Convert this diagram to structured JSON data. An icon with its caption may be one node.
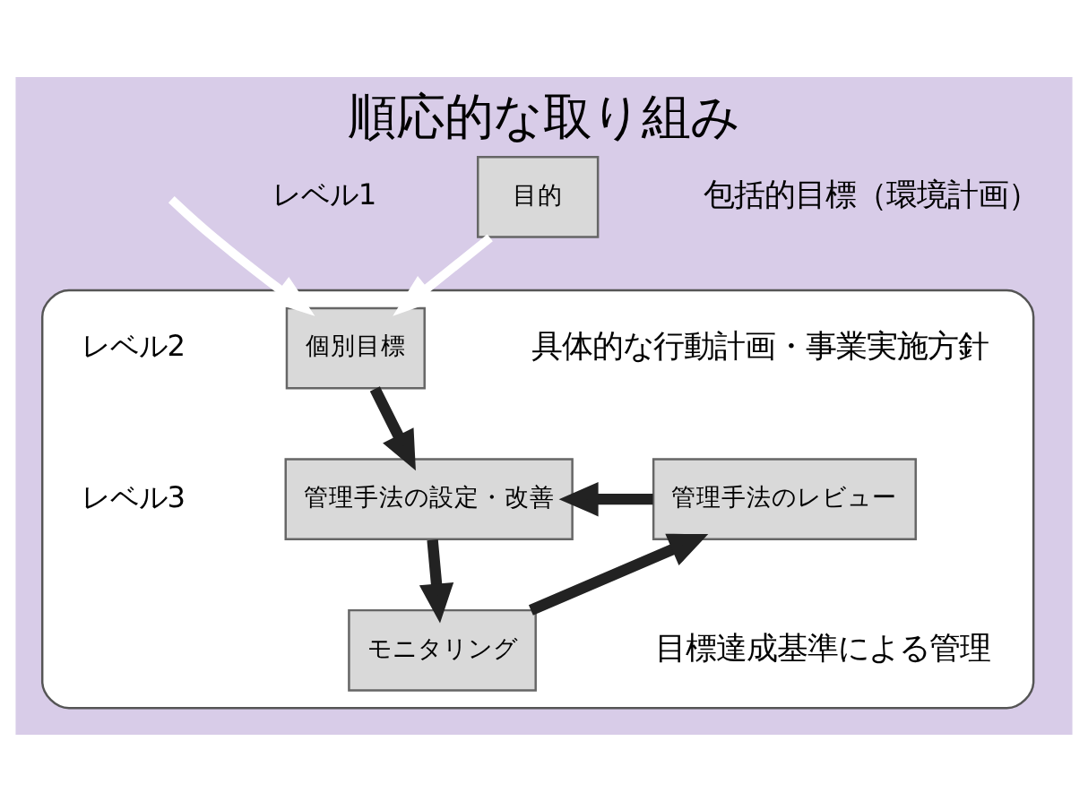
{
  "diagram": {
    "title": "順応的な取り組み",
    "nodes": [
      {
        "text": [
          "目的"
        ]
      },
      {
        "text": [],
        "shape": "box"
      },
      {
        "text": [
          "個別目標"
        ],
        "in": 1
      },
      {
        "text": [
          "管理手法のレビュー"
        ],
        "in": 1
      },
      {
        "text": [
          "管理手法の設定・改善"
        ],
        "in": 1
      },
      {
        "text": [
          "モニタリング"
        ],
        "in": 1
      }
    ],
    "edges": [
      {
        "from": 0,
        "to": 2,
        "arrow": "to",
        "color": "#ffffff"
      },
      {
        "from": 2,
        "to": 4,
        "arrow": "to"
      },
      {
        "from": 4,
        "to": 5,
        "arrow": "to"
      },
      {
        "from": 5,
        "to": 3,
        "arrow": "to"
      },
      {
        "from": 3,
        "to": 4,
        "arrow": "to"
      },
      {
        "from": null,
        "to": 2,
        "arrow": "to",
        "color": "#ffffff"
      }
    ],
    "labels": [
      "包括的目標（環境計画）",
      "レベル1",
      "レベル2",
      "具体的な行動計画・事業実施方針",
      "レベル3",
      "目標達成基準による管理"
    ]
  }
}
